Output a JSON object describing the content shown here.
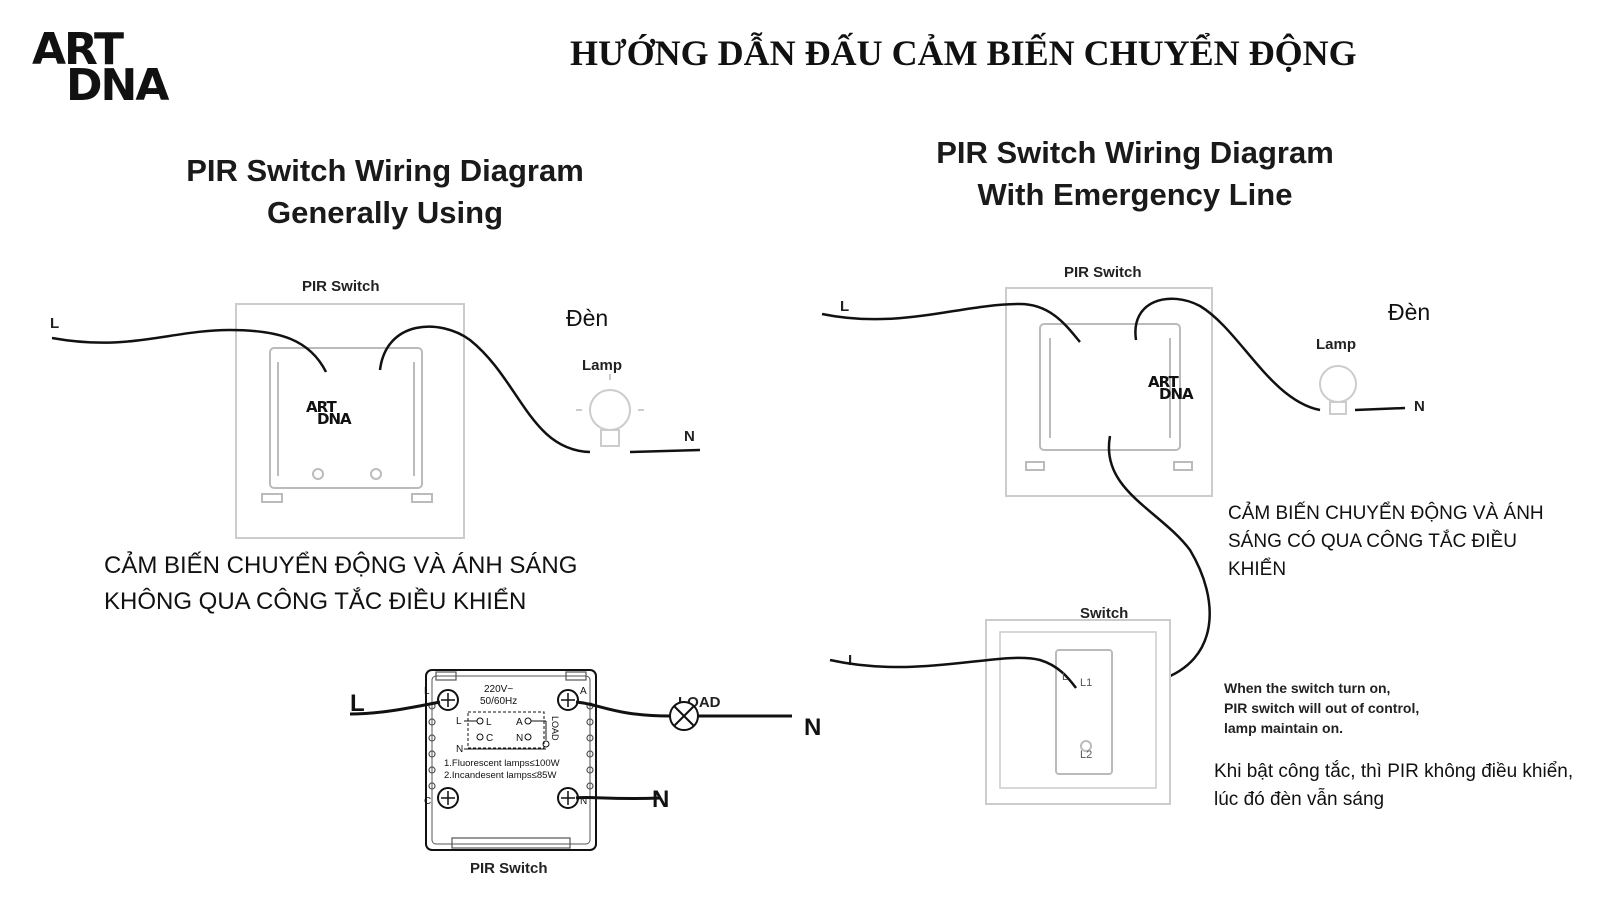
{
  "logo": {
    "line1": "ART",
    "line2": "DNA"
  },
  "page_title": "HƯỚNG DẪN ĐẤU CẢM BIẾN CHUYỂN ĐỘNG",
  "left_diagram": {
    "title_line1": "PIR Switch Wiring Diagram",
    "title_line2": "Generally Using",
    "pir_switch_label": "PIR Switch",
    "l_label": "L",
    "n_label": "N",
    "lamp_label": "Lamp",
    "den_label": "Đèn",
    "caption_line1": "CẢM BIẾN CHUYỂN ĐỘNG VÀ ÁNH SÁNG",
    "caption_line2": "KHÔNG QUA CÔNG TẮC ĐIỀU KHIỂN"
  },
  "right_diagram": {
    "title_line1": "PIR Switch Wiring Diagram",
    "title_line2": "With Emergency Line",
    "pir_switch_label": "PIR Switch",
    "l_label": "L",
    "n_label": "N",
    "lamp_label": "Lamp",
    "den_label": "Đèn",
    "caption": "CẢM BIẾN CHUYỂN ĐỘNG VÀ ÁNH SÁNG CÓ QUA CÔNG TẮC ĐIỀU KHIỂN",
    "switch_label": "Switch",
    "switch_l_label": "L",
    "terminal_l": "L",
    "terminal_l1": "L1",
    "terminal_l2": "L2",
    "note_en_line1": "When the switch turn on,",
    "note_en_line2": "PIR switch will out of control,",
    "note_en_line3": "lamp maintain on.",
    "note_vi": "Khi bật công tắc, thì PIR không điều khiển, lúc đó đèn vẫn sáng"
  },
  "bottom_diagram": {
    "l_label": "L",
    "n_label_right": "N",
    "n_label_bottom": "N",
    "load_label": "LOAD",
    "voltage": "220V~",
    "frequency": "50/60Hz",
    "terminal_l": "L",
    "terminal_a": "A",
    "terminal_c": "C",
    "terminal_n": "N",
    "load_vertical": "LOAD",
    "spec_line1": "1.Fluorescent lamps≤100W",
    "spec_line2": "2.Incandesent lamps≤85W",
    "inner_l": "L",
    "inner_n": "N",
    "pir_switch_label": "PIR Switch"
  }
}
